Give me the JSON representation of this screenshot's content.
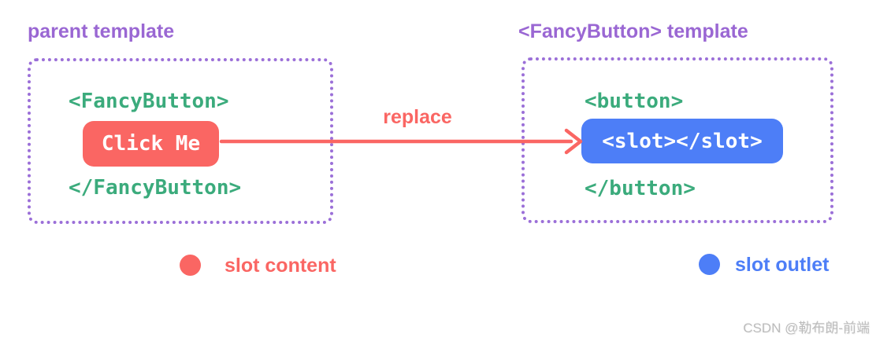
{
  "parent": {
    "title": "parent template",
    "open_tag": "<FancyButton>",
    "button_label": "Click Me",
    "close_tag": "</FancyButton>"
  },
  "child": {
    "title": "<FancyButton> template",
    "open_tag": "<button>",
    "slot_label": "<slot></slot>",
    "close_tag": "</button>"
  },
  "arrow": {
    "label": "replace"
  },
  "legend": {
    "items": [
      {
        "label": "slot content",
        "color": "#fa6663"
      },
      {
        "label": "slot outlet",
        "color": "#4d7ef7"
      }
    ]
  },
  "watermark": {
    "text": "CSDN @勒布朗-前端"
  },
  "colors": {
    "title_purple": "#9a67d3",
    "border_purple": "#9b6fd8",
    "code_green": "#3bab7c",
    "slot_content_red": "#fa6663",
    "slot_outlet_blue": "#4d7ef7",
    "watermark_gray": "#bcbcbc"
  }
}
